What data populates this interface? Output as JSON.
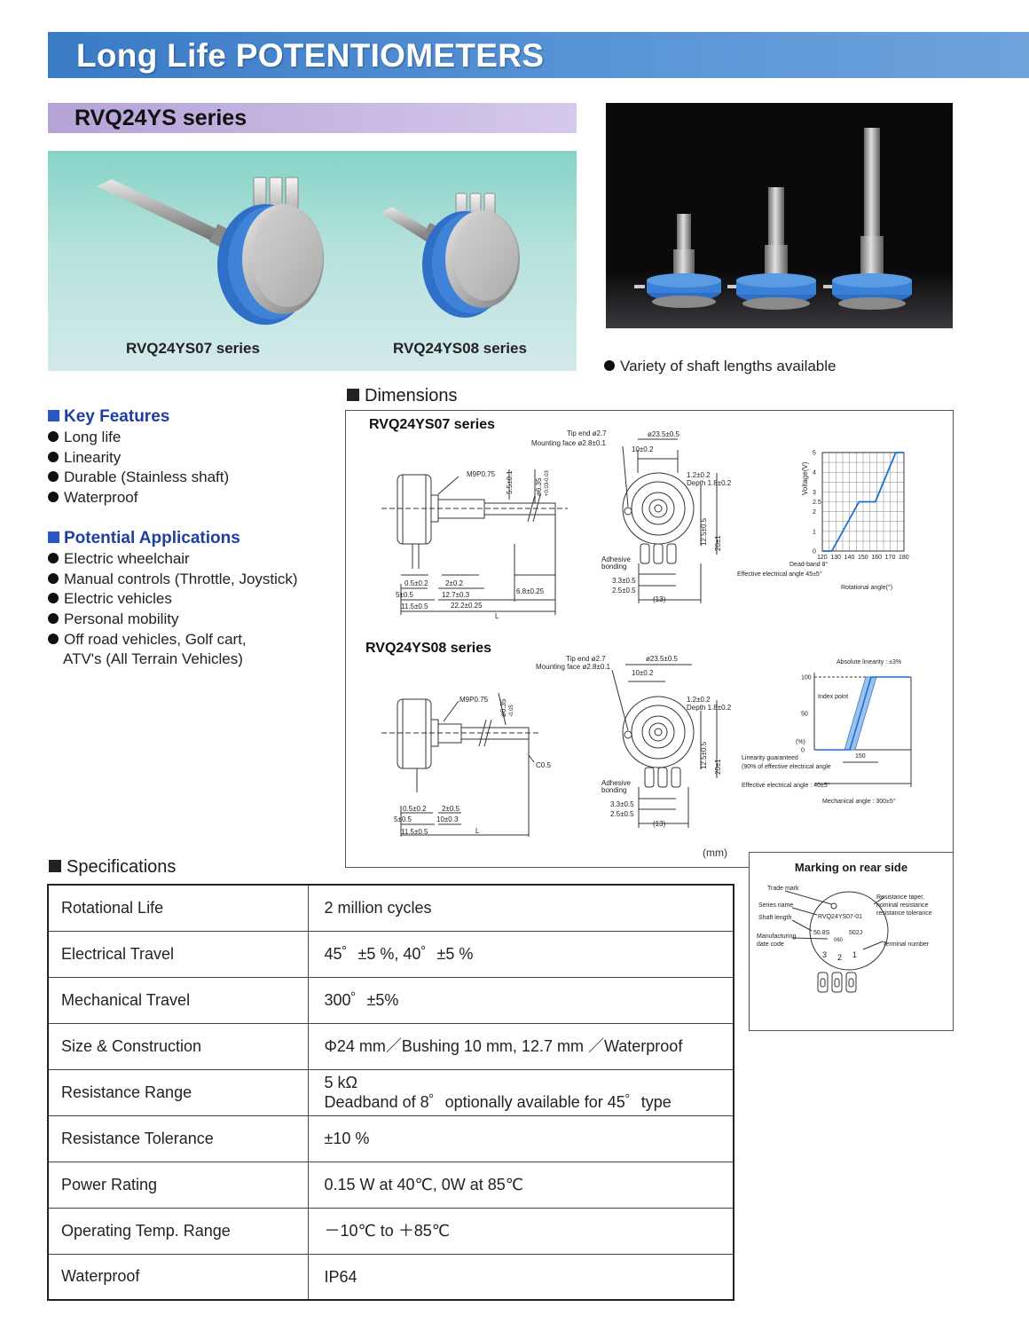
{
  "banner": {
    "title": "Long Life POTENTIOMETERS"
  },
  "series": {
    "title": "RVQ24YS series"
  },
  "photos": {
    "caption_left": "RVQ24YS07 series",
    "caption_right": "RVQ24YS08 series",
    "variety_note": "Variety of shaft lengths available"
  },
  "key_features": {
    "heading": "Key Features",
    "items": [
      "Long life",
      "Linearity",
      "Durable (Stainless shaft)",
      "Waterproof"
    ]
  },
  "applications": {
    "heading": "Potential Applications",
    "items": [
      "Electric wheelchair",
      "Manual controls (Throttle, Joystick)",
      "Electric vehicles",
      "Personal mobility",
      "Off road vehicles, Golf cart,"
    ],
    "continuation": "ATV's (All Terrain Vehicles)"
  },
  "dimensions": {
    "heading": "Dimensions",
    "unit": "(mm)",
    "ys07": {
      "title": "RVQ24YS07 series",
      "labels": {
        "tip": "Tip end ø2.7",
        "mount": "Mounting face ø2.8±0.1",
        "dia": "ø23.5±0.5",
        "ten": "10±0.2",
        "m9": "M9P0.75",
        "d55": "5.5±0.1",
        "d635": "ø6.35",
        "d635tol": "+0.03-0.03",
        "t12": "1.2±0.2",
        "depth": "Depth 1.8±0.2",
        "h125": "12.5±0.5",
        "h20": "20±1",
        "adh1": "Adhesive",
        "adh2": "bonding",
        "s33": "3.3±0.5",
        "s25": "2.5±0.5",
        "s13": "(13)",
        "a05": "0.5±0.2",
        "a2": "2±0.2",
        "a5": "5±0.5",
        "a127": "12.7±0.3",
        "a68": "6.8±0.25",
        "a115": "11.5±0.5",
        "a222": "22.2±0.25",
        "L": "L"
      }
    },
    "ys08": {
      "title": "RVQ24YS08 series",
      "labels": {
        "tip": "Tip end ø2.7",
        "mount": "Mounting face ø2.8±0.1",
        "dia": "ø23.5±0.5",
        "ten": "10±0.2",
        "m9": "M9P0.75",
        "d635": "ø6.35",
        "d635tol": "-0.05",
        "c05": "C0.5",
        "t12": "1.2±0.2",
        "depth": "Depth 1.8±0.2",
        "h125": "12.5±0.5",
        "h20": "20±1",
        "adh1": "Adhesive",
        "adh2": "bonding",
        "s33": "3.3±0.5",
        "s25": "2.5±0.5",
        "s13": "(13)",
        "a05": "0.5±0.2",
        "a2": "2±0.5",
        "a5": "5±0.5",
        "a10": "10±0.3",
        "a115": "11.5±0.5",
        "L": "L"
      }
    },
    "chart1": {
      "type": "line",
      "ylabel": "Voltage(V)",
      "xlabel": "Rotational angle(°)",
      "x_ticks": [
        120,
        130,
        140,
        150,
        160,
        170,
        180
      ],
      "y_ticks": [
        "0",
        "1",
        "2",
        "2.5",
        "3",
        "4",
        "5"
      ],
      "xlim": [
        120,
        180
      ],
      "ylim": [
        0,
        5
      ],
      "grid": true,
      "annotation_deadband": "Dead-band 8°",
      "annotation_effective": "Effective electrical angle 45±5°",
      "series": [
        {
          "x": [
            120,
            127,
            147,
            151,
            159,
            174,
            180
          ],
          "y": [
            0,
            0,
            2.5,
            2.5,
            2.5,
            5,
            5
          ]
        }
      ]
    },
    "chart2": {
      "type": "line",
      "ylabel": "(%)",
      "x_ticks": [
        150
      ],
      "y_ticks": [
        0,
        50,
        100
      ],
      "ylim": [
        0,
        100
      ],
      "annotation_abs": "Absolute linearity : ±3%",
      "annotation_index": "Index point",
      "annotation_lin1": "Linearity guaranteed",
      "annotation_lin2": "(90% of effective electrical angle",
      "annotation_eff": "Effective electrical angle : 40±5°",
      "annotation_mech": "Mechanical angle : 300±5°"
    }
  },
  "marking": {
    "title": "Marking on rear side",
    "labels": {
      "trade": "Trade mark",
      "series": "Series name",
      "shaft": "Shaft length",
      "mfg1": "Manufacturing",
      "mfg2": "date code",
      "taper1": "Resistance taper,",
      "taper2": "nominal resistance",
      "taper3": "resistance tolerance",
      "terminal": "Terminal number",
      "model": "RVQ24YS07-01",
      "s508": "50.8S",
      "s060": "060",
      "s502": "502J",
      "t3": "3",
      "t2": "2",
      "t1": "1"
    }
  },
  "specs": {
    "heading": "Specifications",
    "rows": [
      {
        "k": "Rotational Life",
        "v": "2 million cycles"
      },
      {
        "k": "Electrical Travel",
        "v": "45゜±5 %,  40゜±5 %"
      },
      {
        "k": "Mechanical Travel",
        "v": "300゜±5%"
      },
      {
        "k": "Size & Construction",
        "v": "Φ24 mm／Bushing 10 mm, 12.7 mm ／Waterproof"
      },
      {
        "k": "Resistance Range",
        "v": "5 kΩ",
        "v2": "Deadband of 8゜optionally available for 45゜type"
      },
      {
        "k": "Resistance Tolerance",
        "v": "±10 %"
      },
      {
        "k": "Power Rating",
        "v": "0.15 W at 40℃, 0W at 85℃"
      },
      {
        "k": "Operating Temp. Range",
        "v": "－10℃ to ＋85℃"
      },
      {
        "k": "Waterproof",
        "v": "IP64"
      }
    ]
  },
  "colors": {
    "banner_blue": "#3a7bc6",
    "series_purple": "#b5a3d6",
    "heading_blue": "#1f3f9f",
    "product_blue": "#2f6fc8"
  }
}
